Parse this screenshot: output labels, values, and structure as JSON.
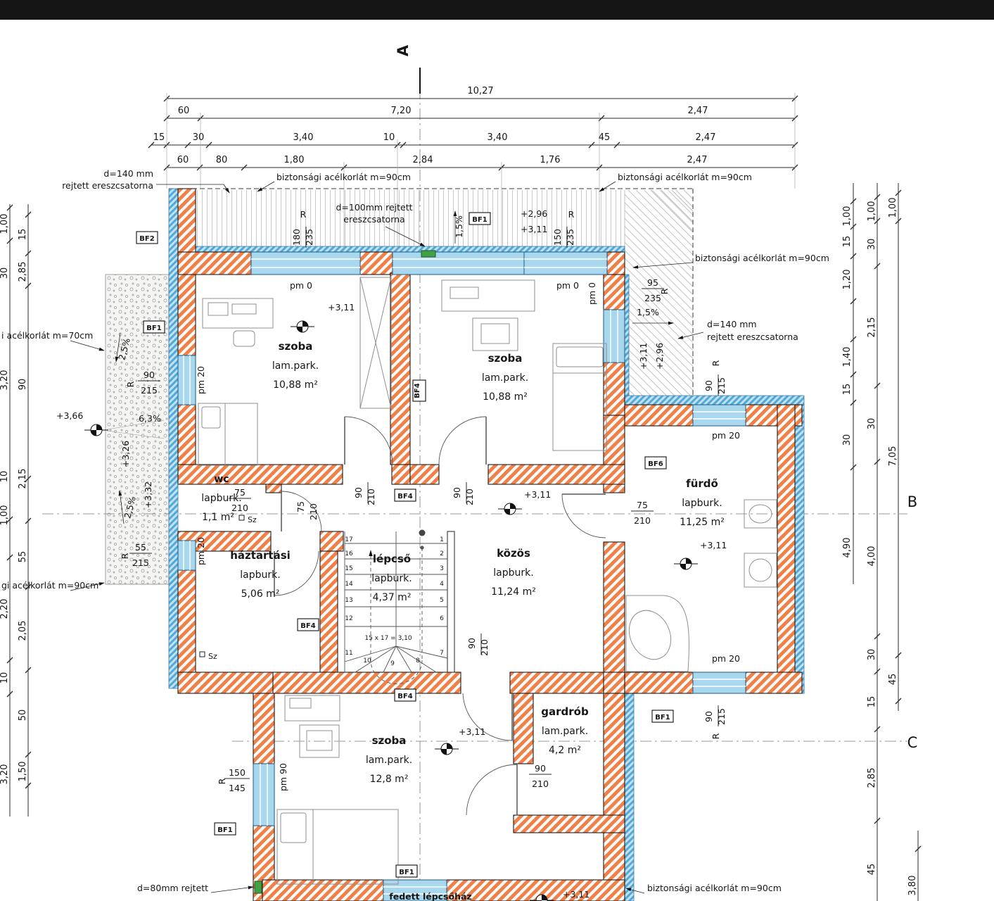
{
  "section": {
    "label": "A"
  },
  "grid": {
    "b": "B",
    "c": "C"
  },
  "dims_top": {
    "row1": [
      "10,27"
    ],
    "row2": [
      "60",
      "7,20",
      "2,47"
    ],
    "row3": [
      "15",
      "30",
      "3,40",
      "10",
      "3,40",
      "45",
      "2,47"
    ],
    "row4": [
      "60",
      "80",
      "1,80",
      "2,84",
      "1,76",
      "2,47"
    ]
  },
  "dims_left_outer": [
    "1,00",
    "30",
    "3,20",
    "10",
    "1,00",
    "2,20",
    "10",
    "3,20"
  ],
  "dims_left_inner": [
    "15",
    "2,85",
    "90",
    "2,15",
    "55",
    "2,05",
    "50",
    "1,50"
  ],
  "dims_right_a": [
    "1,00",
    "15",
    "1,20",
    "1,40",
    "15",
    "30",
    "4,90"
  ],
  "dims_right_b": [
    "1,00",
    "30",
    "2,15",
    "30",
    "4,00",
    "30",
    "15",
    "2,85",
    "45"
  ],
  "dims_right_c": [
    "1,00",
    "7,05",
    "45"
  ],
  "dims_right_far": [
    "3,80"
  ],
  "rooms": [
    {
      "name": "szoba",
      "finish": "lam.park.",
      "area": "10,88 m²"
    },
    {
      "name": "szoba",
      "finish": "lam.park.",
      "area": "10,88 m²"
    },
    {
      "name": "wc",
      "finish": "lapburk.",
      "area": "1,1 m²"
    },
    {
      "name": "fürdő",
      "finish": "lapburk.",
      "area": "11,25 m²"
    },
    {
      "name": "háztartási",
      "finish": "lapburk.",
      "area": "5,06 m²"
    },
    {
      "name": "lépcső",
      "finish": "lapburk.",
      "area": "4,37 m²"
    },
    {
      "name": "közös",
      "finish": "lapburk.",
      "area": "11,24 m²"
    },
    {
      "name": "gardrób",
      "finish": "lam.park.",
      "area": "4,2 m²"
    },
    {
      "name": "szoba",
      "finish": "lam.park.",
      "area": "12,8 m²"
    }
  ],
  "labels": {
    "rail90": "biztonsági acélkorlát  m=90cm",
    "rail70_cut": "i acélkorlát  m=70cm",
    "rail90_cut": "gi acélkorlát  m=90cm",
    "eresz140": "d=140 mm",
    "eresz_rejtett": "rejtett ereszcsatorna",
    "eresz100": "d=100mm rejtett",
    "eresz100b": "ereszcsatorna",
    "eresz80": "d=80mm rejtett",
    "fedett": "fedett lépcsőház",
    "slope15": "1,5%",
    "slope25": "2,5%",
    "slope63": "6,3%",
    "pm0": "pm 0",
    "pm20": "pm 20",
    "pm90": "pm 90",
    "e311": "+3,11",
    "e296": "+2,96",
    "e366": "+3,66",
    "e326": "+3,26",
    "e332": "+3,32",
    "r": "R",
    "sz": "Sz",
    "bf1": "BF1",
    "bf2": "BF2",
    "bf4": "BF4",
    "bf6": "BF6"
  },
  "openings": {
    "w180": {
      "w": "180",
      "h": "235"
    },
    "w150": {
      "w": "150",
      "h": "235"
    },
    "w95": {
      "w": "95",
      "h": "235"
    },
    "w90215": {
      "w": "90",
      "h": "215"
    },
    "w55": {
      "w": "55",
      "h": "215"
    },
    "d75": {
      "w": "75",
      "h": "210"
    },
    "d90": {
      "w": "90",
      "h": "210"
    },
    "w150145": {
      "w": "150",
      "h": "145"
    }
  },
  "stairs": {
    "left": [
      "17",
      "16",
      "15",
      "14",
      "13",
      "12",
      "11"
    ],
    "right": [
      "1",
      "2",
      "3",
      "4",
      "5",
      "6",
      "7"
    ],
    "bottom": [
      "8",
      "9",
      "10"
    ],
    "formula": "15 x 17 = 3,10"
  }
}
